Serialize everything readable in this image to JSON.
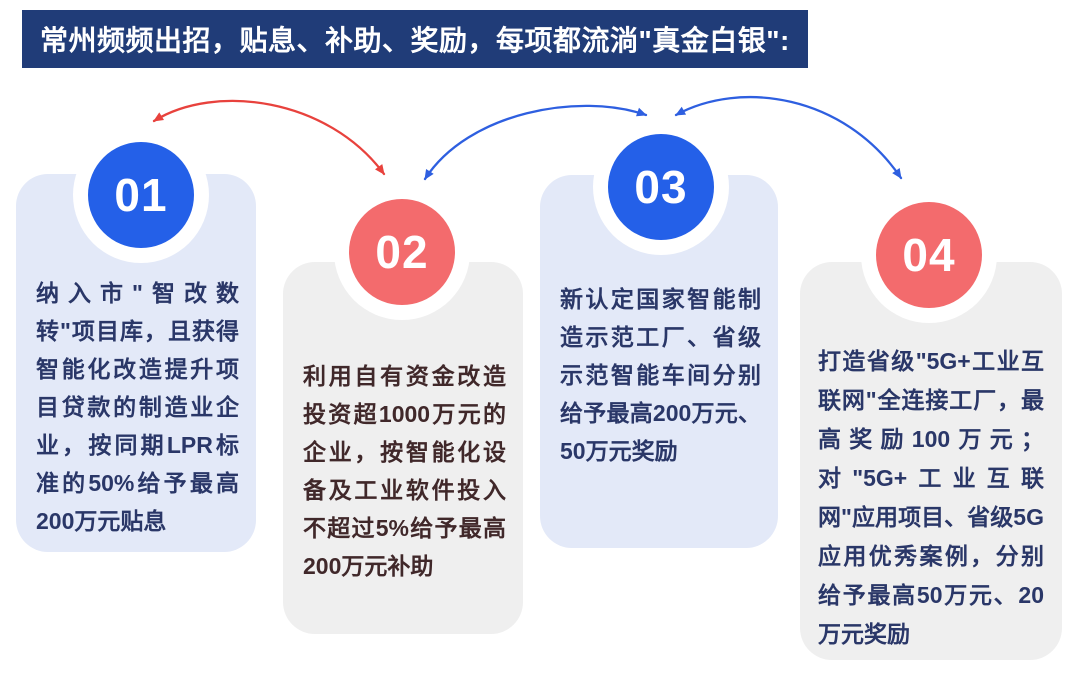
{
  "header": {
    "title": "常州频频出招，贴息、补助、奖励，每项都流淌\"真金白银\":",
    "bg": "#203C78",
    "text_color": "#FFFFFF"
  },
  "cards": [
    {
      "number": "01",
      "badge_color": "#2460E8",
      "bg": "#E3E9F8",
      "text_color": "#2A3768",
      "text": "纳入市\"智改数转\"项目库，且获得智能化改造提升项目贷款的制造业企业，按同期LPR标准的50%给予最高200万元贴息"
    },
    {
      "number": "02",
      "badge_color": "#F36B6D",
      "bg": "#EFEFEF",
      "text_color": "#40282A",
      "text": "利用自有资金改造投资超1000万元的企业，按智能化设备及工业软件投入不超过5%给予最高200万元补助"
    },
    {
      "number": "03",
      "badge_color": "#2460E8",
      "bg": "#E3E9F8",
      "text_color": "#2A3768",
      "text": "新认定国家智能制造示范工厂、省级示范智能车间分别给予最高200万元、50万元奖励"
    },
    {
      "number": "04",
      "badge_color": "#F36B6D",
      "bg": "#EFEFEF",
      "text_color": "#2A3768",
      "text": "打造省级\"5G+工业互联网\"全连接工厂，最高奖励100万元；对\"5G+工业互联网\"应用项目、省级5G应用优秀案例，分别给予最高50万元、20万元奖励"
    }
  ],
  "arrows": [
    {
      "name": "arrow-01-02",
      "from": "01",
      "to": "02",
      "direction": "both",
      "color": "#E8423D"
    },
    {
      "name": "arrow-02-03",
      "from": "02",
      "to": "03",
      "direction": "both",
      "color": "#2E5FE0"
    },
    {
      "name": "arrow-03-04",
      "from": "03",
      "to": "04",
      "direction": "both",
      "color": "#2E5FE0"
    }
  ]
}
